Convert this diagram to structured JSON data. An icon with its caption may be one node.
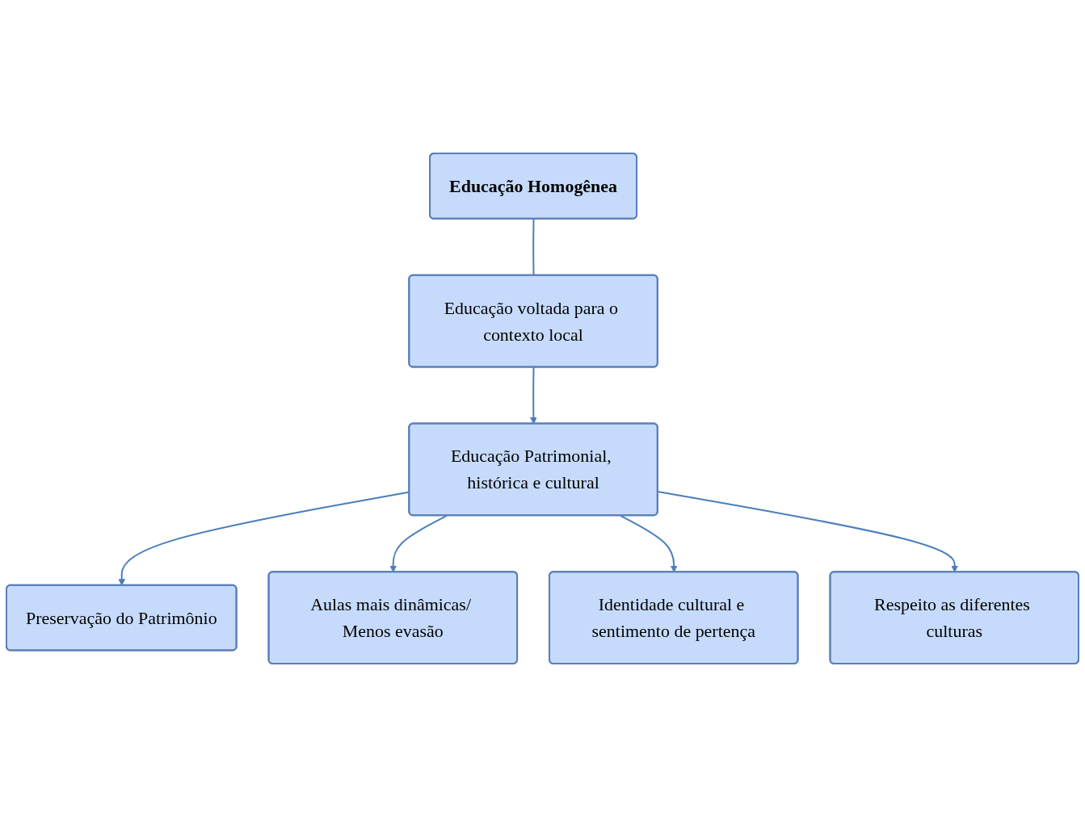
{
  "diagram": {
    "nodes": [
      {
        "text": [
          "Educação Homogênea"
        ]
      },
      {
        "text": [
          "Educação voltada para o contexto local"
        ]
      },
      {
        "text": [
          "Educação Patrimonial, histórica e cultural"
        ]
      },
      {
        "text": [
          "Preservação do Patrimônio"
        ]
      },
      {
        "text": [
          "Aulas mais dinâmicas/ Menos evasão"
        ]
      },
      {
        "text": [
          "Identidade cultural e sentimento de pertença"
        ]
      },
      {
        "text": [
          "Respeito as diferentes culturas"
        ]
      }
    ],
    "edges": [
      {
        "from": 0,
        "to": 1,
        "arrow": "none"
      },
      {
        "from": 1,
        "to": 2,
        "arrow": "to"
      },
      {
        "from": 2,
        "to": 3,
        "arrow": "to"
      },
      {
        "from": 2,
        "to": 4,
        "arrow": "to"
      },
      {
        "from": 2,
        "to": 5,
        "arrow": "to"
      },
      {
        "from": 2,
        "to": 6,
        "arrow": "to"
      }
    ]
  }
}
